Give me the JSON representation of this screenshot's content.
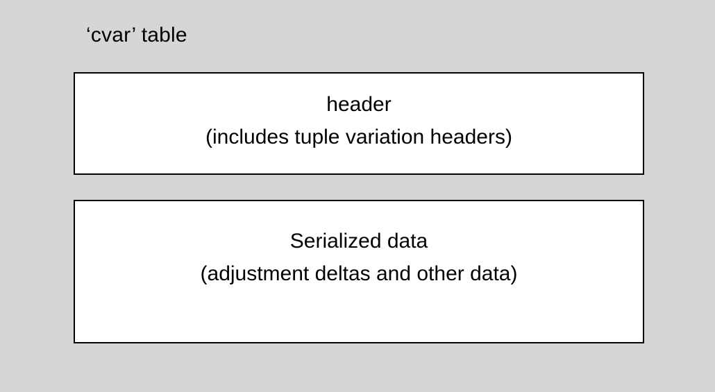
{
  "diagram": {
    "title": "‘cvar’ table",
    "background_color": "#d6d6d6",
    "block_fill_color": "#ffffff",
    "block_border_color": "#000000",
    "text_color": "#000000",
    "blocks": [
      {
        "name": "header",
        "lines": [
          "header",
          "(includes tuple variation headers)"
        ]
      },
      {
        "name": "serialized-data",
        "lines": [
          "Serialized data",
          "(adjustment deltas and other data)"
        ]
      }
    ]
  }
}
